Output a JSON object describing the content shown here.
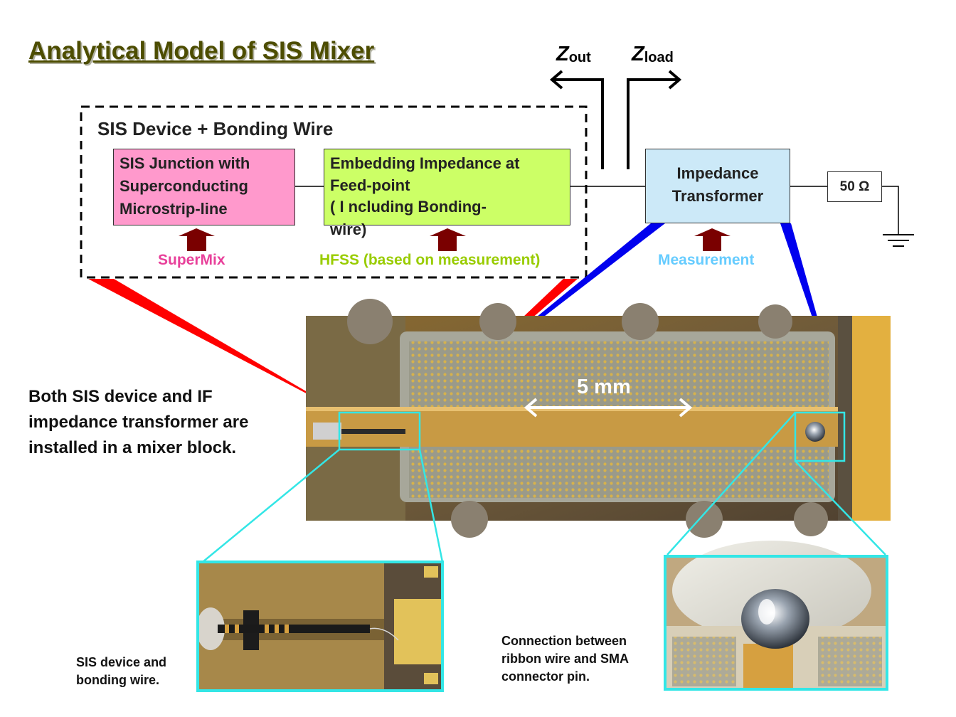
{
  "title": "Analytical Model of SIS Mixer",
  "z_out": {
    "symbol": "Z",
    "sub": "out"
  },
  "z_load": {
    "symbol": "Z",
    "sub": "load"
  },
  "group_title": "SIS Device + Bonding Wire",
  "blocks": {
    "sis_junction": [
      "SIS Junction with",
      "Superconducting",
      "Microstrip-line"
    ],
    "embedding": [
      "Embedding Impedance at",
      "Feed-point",
      "( I ncluding Bonding-",
      "wire)"
    ],
    "impedance_transformer": [
      "Impedance",
      "Transformer"
    ],
    "resistor": "50 Ω"
  },
  "sources": {
    "supermix": "SuperMix",
    "hfss": "HFSS (based on measurement)",
    "measurement": "Measurement"
  },
  "colors": {
    "supermix": "#e8409a",
    "hfss": "#99cc00",
    "measurement": "#66ccff",
    "arrow": "#7a0000",
    "callout_red": "#ff0000",
    "callout_blue": "#0000ee",
    "zoom_frame": "#33e6e6",
    "title": "#4d4d00"
  },
  "note": [
    "Both SIS device and IF",
    "impedance transformer are",
    "installed in a mixer block."
  ],
  "scale_label": "5 mm",
  "captions": {
    "sis_device": [
      "SIS device and",
      "bonding wire."
    ],
    "connection": [
      "Connection between",
      "ribbon wire and SMA",
      "connector pin."
    ]
  }
}
